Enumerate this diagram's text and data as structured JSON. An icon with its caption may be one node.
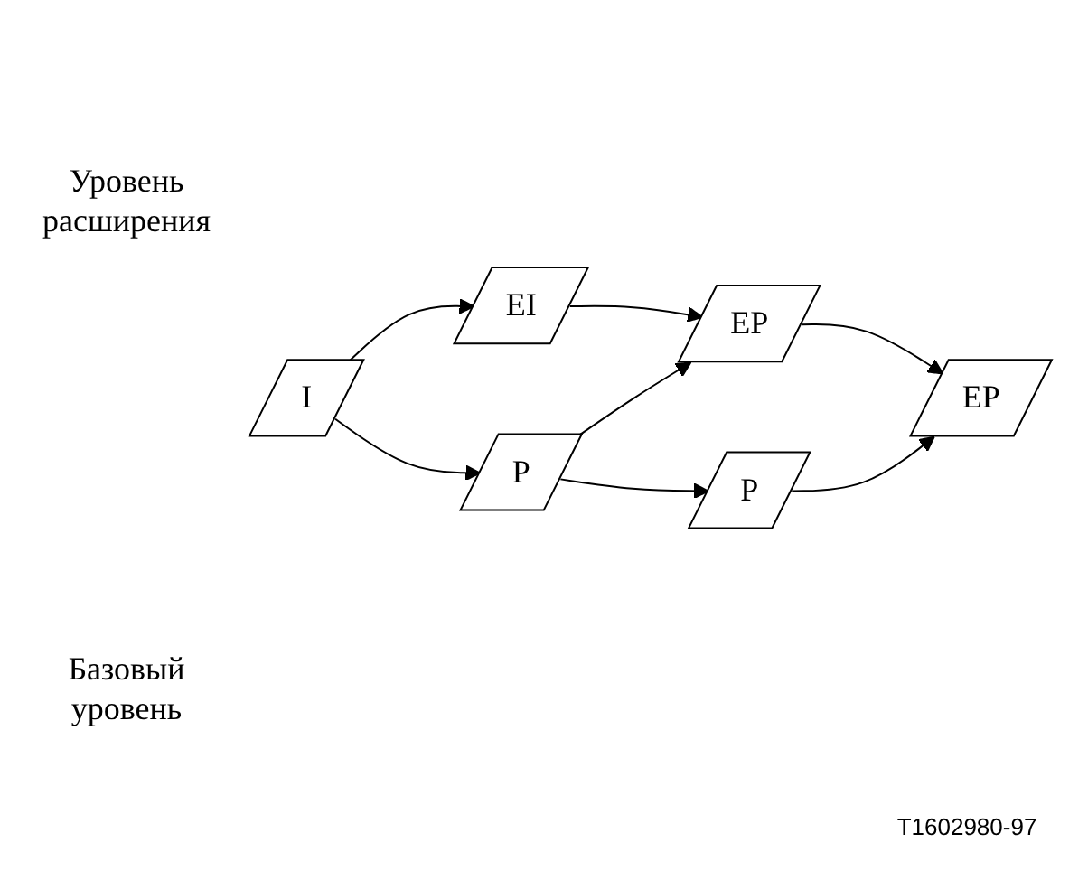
{
  "diagram": {
    "nodes": [
      {
        "text": [
          "EI"
        ]
      },
      {
        "text": [
          "EP"
        ]
      },
      {
        "text": [
          "EP"
        ]
      },
      {
        "text": [
          "I"
        ]
      },
      {
        "text": [
          "P"
        ]
      },
      {
        "text": [
          "P"
        ]
      }
    ],
    "edges": [
      {
        "from": 0,
        "to": 1,
        "arrow": "to"
      },
      {
        "from": 1,
        "to": 2,
        "arrow": "to"
      },
      {
        "from": 3,
        "to": 0,
        "arrow": "to"
      },
      {
        "from": 4,
        "to": 1,
        "arrow": "to"
      },
      {
        "from": 5,
        "to": 2,
        "arrow": "to"
      },
      {
        "from": 3,
        "to": 4,
        "arrow": "to"
      },
      {
        "from": 4,
        "to": 5,
        "arrow": "to"
      }
    ],
    "labels": [
      "Уровень расширения",
      "Базовый уровень",
      "T1602980-97"
    ]
  }
}
